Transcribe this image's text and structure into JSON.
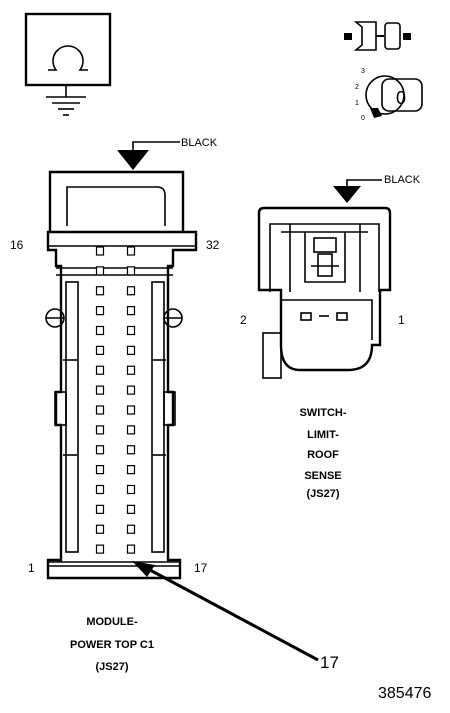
{
  "ground_symbol": {
    "icon": "chassis-ground-icon"
  },
  "key_switch": {
    "icon": "ignition-key-switch-icon",
    "positions": [
      "3",
      "2",
      "1",
      "0"
    ],
    "key_label": "0"
  },
  "main_connector": {
    "color_label": "BLACK",
    "pin_first_top": "16",
    "pin_last_top": "32",
    "pin_first_bottom": "1",
    "pin_last_bottom": "17",
    "name_lines": [
      "MODULE-",
      "POWER TOP C1",
      "(JS27)"
    ],
    "callout_pin": "17",
    "rows": 16
  },
  "switch_connector": {
    "color_label": "BLACK",
    "pin_left": "2",
    "pin_right": "1",
    "name_lines": [
      "SWITCH-",
      "LIMIT-",
      "ROOF",
      "SENSE",
      "(JS27)"
    ]
  },
  "figure_number": "385476"
}
